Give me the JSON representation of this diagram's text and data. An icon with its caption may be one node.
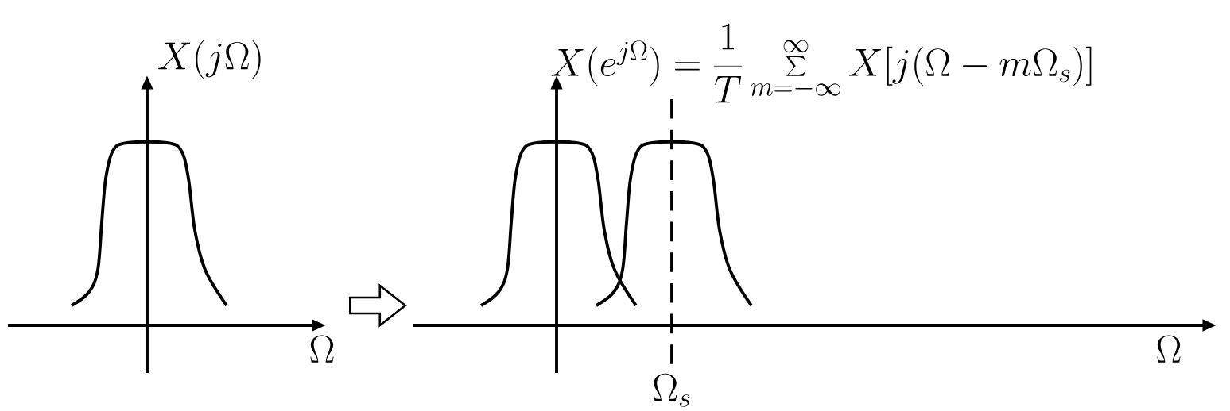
{
  "diagram": {
    "nodes": [
      {
        "text": [],
        "shape": "picture"
      },
      {
        "text": [],
        "shape": "picture"
      }
    ],
    "edges": [
      {
        "from": 0,
        "to": 1,
        "arrow": "to"
      }
    ],
    "labels": [
      "X(j\\Omega)",
      "X(e^{j\\Omega})=\\frac{1}{T}\\sum_{m=-\\infty}^{\\infty}X[j(\\Omega-m\\Omega_s)]",
      "\\Omega",
      "\\Omega",
      "\\Omega_s"
    ]
  }
}
